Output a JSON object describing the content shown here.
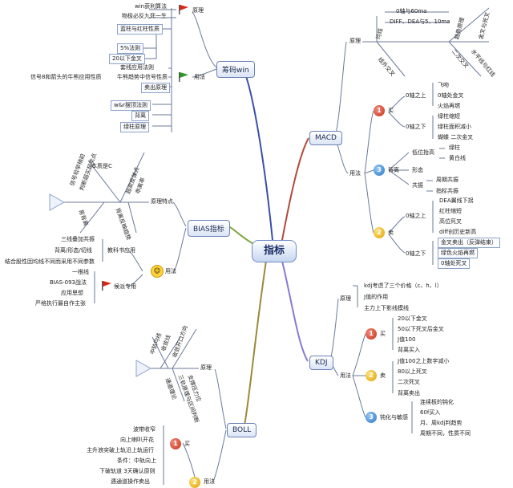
{
  "center": "指标",
  "topics": {
    "chouma": "筹码win",
    "macd": "MACD",
    "bias": "BIAS指标",
    "kdj": "KDJ",
    "boll": "BOLL"
  },
  "chouma": {
    "principle": "原理",
    "usage": "用法",
    "p_items": [
      "win获利算法",
      "物极必反九死一生"
    ],
    "u_items": [
      "蓝柱与红柱性质",
      "5%法则",
      "20以下金叉",
      "套线应用法则",
      "信号8和箭头的牛熊应用性质",
      "牛熊趋势中信号性质",
      "卖出原理",
      "w&r摆顶法则",
      "背离",
      "绿柱原理"
    ]
  },
  "macd": {
    "principle": "原理",
    "usage": "用法",
    "p_items": [
      "0轴与60ma",
      "DIFF、DEA与5、10ma"
    ],
    "p_vert": [
      "均线",
      "线外交叉",
      "趋势原理",
      "金叉与死叉",
      "二次交叉",
      "水平线与红线"
    ],
    "buy": "买",
    "sell": "卖",
    "diverge": "背离",
    "above0": "0轴之上",
    "below0": "0轴之下",
    "buy_above": [
      "飞吻",
      "0轴处金叉",
      "火焰再燃"
    ],
    "buy_below": [
      "绿柱缩短",
      "绿柱面积减小",
      "蝴蝶 二次金叉"
    ],
    "div_top": "低位抬高",
    "div_top_items": [
      "绿柱",
      "黄白线"
    ],
    "div_form": "形态",
    "div_resonance": "共振",
    "div_res_items": [
      "周期共振",
      "指标共振"
    ],
    "sell_above": [
      "DEA翼线下拐",
      "红柱缩短",
      "高位死叉",
      "diff创历史新高"
    ],
    "sell_below": [
      "金叉卖出（反弹结束）",
      "绿色火焰再燃",
      "0轴处死叉"
    ]
  },
  "bias": {
    "principle": "原理特点",
    "usage": "用法",
    "base": "本质是C",
    "vert": [
      "判断超买超卖点",
      "信号较早稍前",
      "易背离",
      "背离反映趋势",
      "超卖反弹点",
      "乖离率"
    ],
    "textbook": "教科书应用",
    "textbook_items": [
      "三线叠加共振",
      "背离/形态/切线",
      "结合股性因均线不同而采用不同参数"
    ],
    "school": "候派专用",
    "school_items": [
      "一根线",
      "BIAS-093战法",
      "应用思想",
      "严格执行最自作主张"
    ]
  },
  "kdj": {
    "principle": "原理",
    "usage": "用法",
    "p_items": [
      "kdj考虑了三个价格（c、h、l）",
      "J值的作用",
      "主力上下影线模线"
    ],
    "buy": "买",
    "sell": "卖",
    "weak": "钝化与敏感",
    "buy_items": [
      "20以下金叉",
      "50以下死叉后金叉",
      "J值100",
      "背离买入"
    ],
    "sell_items": [
      "J值100之上数字减小",
      "80以上死叉",
      "二次死叉",
      "背离卖出"
    ],
    "weak_items": [
      "连续板的钝化",
      "60f买入",
      "月、周kdj判趋势",
      "周期不同，性质不同"
    ]
  },
  "boll": {
    "principle": "原理",
    "usage": "用法",
    "vert": [
      "中轨均线",
      "收敛线",
      "收敛开口方向",
      "通道理论",
      "三轨原理与区间判断",
      "支撑压力位"
    ],
    "buy": "买",
    "buy_items": [
      "波带收窄",
      "向上喇叭开花",
      "主升浪突破上轨沿上轨运行",
      "条件：中轨向上",
      "下破轨道 3天确认原则",
      "遇通道操作卖出"
    ]
  }
}
